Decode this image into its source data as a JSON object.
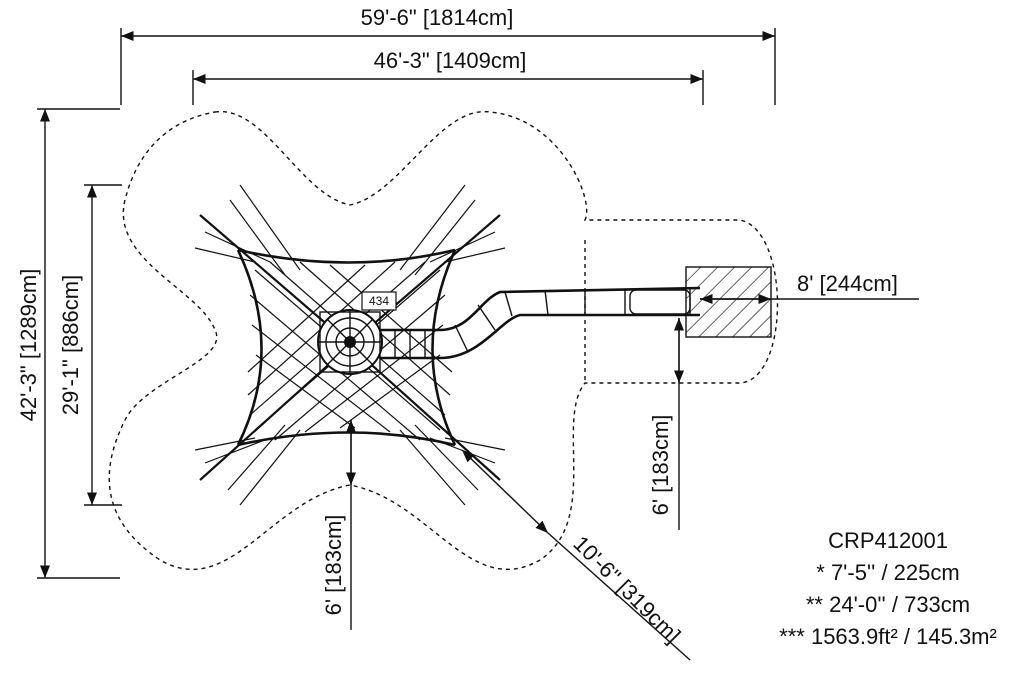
{
  "dimensions": {
    "overall_width": "59'-6\" [1814cm]",
    "inner_width": "46'-3\" [1409cm]",
    "overall_depth": "42'-3\" [1289cm]",
    "inner_depth": "29'-1\" [886cm]",
    "slide_clearance": "8' [244cm]",
    "side_clearance": "6' [183cm]",
    "bottom_clearance": "6' [183cm]",
    "diagonal_clearance": "10'-6\" [319cm]"
  },
  "component_label": "434",
  "product_info": {
    "model": "CRP412001",
    "height_line": "* 7'-5'' / 225cm",
    "length_line": "** 24'-0'' / 733cm",
    "area_line": "*** 1563.9ft² / 145.3m²"
  }
}
